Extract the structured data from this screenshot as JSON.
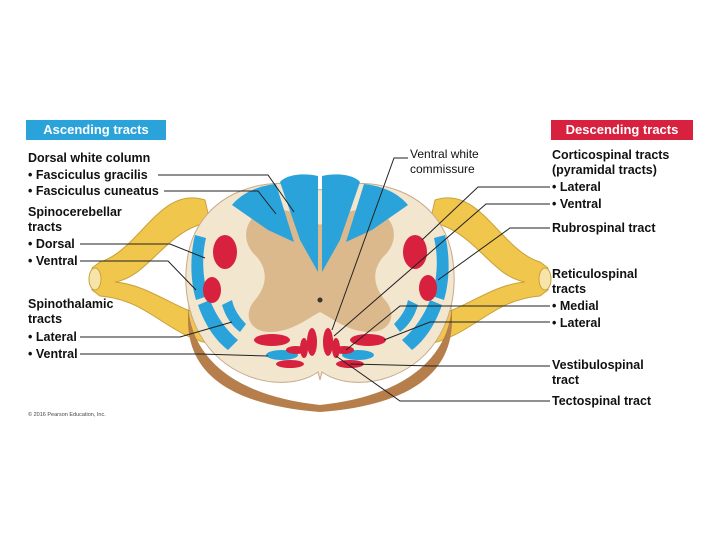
{
  "ascending": {
    "header": "Ascending tracts",
    "dorsal_white_column": "Dorsal white column",
    "fasciculus_gracilis": "Fasciculus gracilis",
    "fasciculus_cuneatus": "Fasciculus cuneatus",
    "spinocerebellar_1": "Spinocerebellar",
    "spinocerebellar_2": "tracts",
    "spino_dorsal": "Dorsal",
    "spino_ventral": "Ventral",
    "spinothalamic_1": "Spinothalamic",
    "spinothalamic_2": "tracts",
    "thal_lateral": "Lateral",
    "thal_ventral": "Ventral"
  },
  "middle": {
    "ventral_white_1": "Ventral white",
    "ventral_white_2": "commissure"
  },
  "descending": {
    "header": "Descending tracts",
    "corticospinal_1": "Corticospinal tracts",
    "corticospinal_2": "(pyramidal tracts)",
    "cortico_lateral": "Lateral",
    "cortico_ventral": "Ventral",
    "rubrospinal": "Rubrospinal tract",
    "reticulospinal_1": "Reticulospinal",
    "reticulospinal_2": "tracts",
    "retic_medial": "Medial",
    "retic_lateral": "Lateral",
    "vestibulospinal_1": "Vestibulospinal",
    "vestibulospinal_2": "tract",
    "tectospinal": "Tectospinal tract"
  },
  "copyright": "© 2016 Pearson Education, Inc.",
  "colors": {
    "ascending": "#2aa3db",
    "descending": "#d8203f",
    "white_matter": "#f2e6cf",
    "gray_matter": "#dcb98d",
    "nerve": "#f0c64c"
  }
}
